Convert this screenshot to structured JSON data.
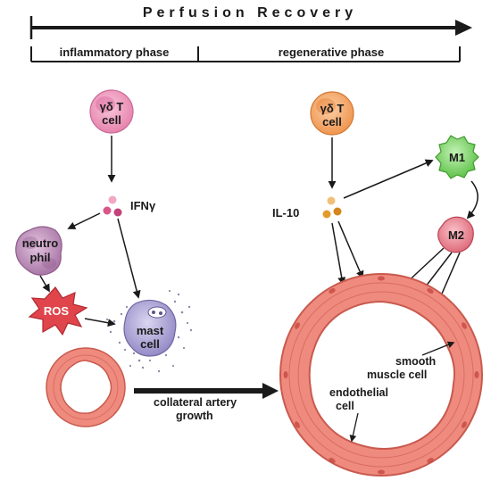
{
  "header": {
    "title": "Perfusion Recovery",
    "phase_left": "inflammatory phase",
    "phase_right": "regenerative phase"
  },
  "cells": {
    "gd_t_left_line1": "γδ T",
    "gd_t_left_line2": "cell",
    "gd_t_right_line1": "γδ T",
    "gd_t_right_line2": "cell",
    "neutrophil_line1": "neutro",
    "neutrophil_line2": "phil",
    "mast_line1": "mast",
    "mast_line2": "cell",
    "m1": "M1",
    "m2": "M2"
  },
  "molecules": {
    "ifng": "IFNγ",
    "il10": "IL-10",
    "ros": "ROS"
  },
  "labels": {
    "collateral_line1": "collateral artery",
    "collateral_line2": "growth",
    "smooth_line1": "smooth",
    "smooth_line2": "muscle cell",
    "endo_line1": "endothelial",
    "endo_line2": "cell"
  },
  "colors": {
    "gd_t_left": "#f2a0c4",
    "gd_t_right": "#f7b07a",
    "neutrophil": "#c79ac4",
    "mast": "#b7b0dc",
    "m1": "#8fdc7a",
    "m2": "#ef8f9c",
    "ifng_dots": "#d9568a",
    "il10_dots": "#e39a2c",
    "ros": "#e0454c",
    "vessel": "#ef8a7e"
  }
}
